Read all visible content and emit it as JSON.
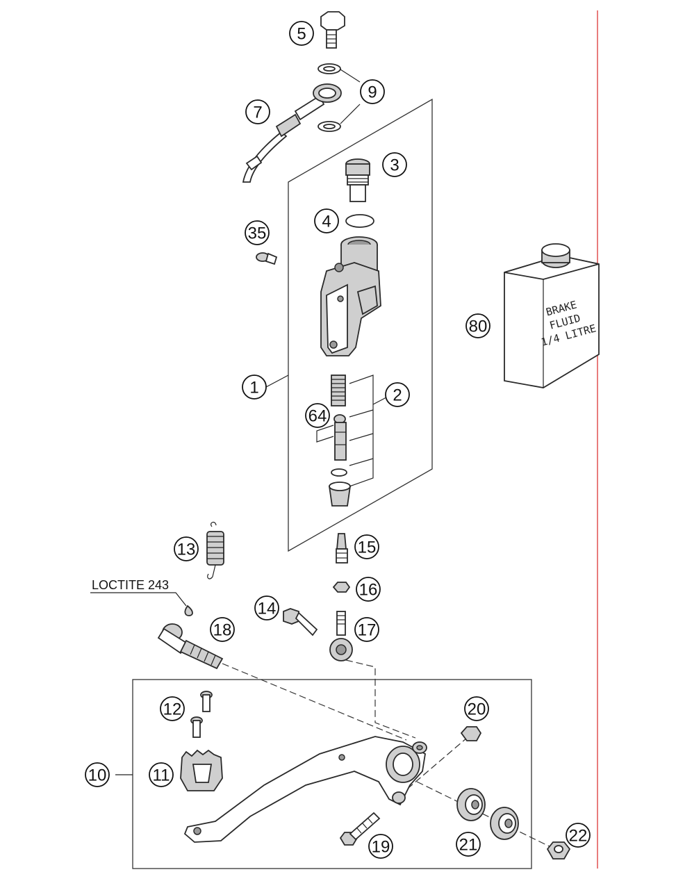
{
  "diagram": {
    "callouts": [
      {
        "id": "c5",
        "label": "5"
      },
      {
        "id": "c9",
        "label": "9"
      },
      {
        "id": "c7",
        "label": "7"
      },
      {
        "id": "c3",
        "label": "3"
      },
      {
        "id": "c4",
        "label": "4"
      },
      {
        "id": "c35",
        "label": "35"
      },
      {
        "id": "c1",
        "label": "1"
      },
      {
        "id": "c2",
        "label": "2"
      },
      {
        "id": "c64",
        "label": "64"
      },
      {
        "id": "c80",
        "label": "80"
      },
      {
        "id": "c13",
        "label": "13"
      },
      {
        "id": "c15",
        "label": "15"
      },
      {
        "id": "c16",
        "label": "16"
      },
      {
        "id": "c14",
        "label": "14"
      },
      {
        "id": "c17",
        "label": "17"
      },
      {
        "id": "c18",
        "label": "18"
      },
      {
        "id": "c12",
        "label": "12"
      },
      {
        "id": "c20",
        "label": "20"
      },
      {
        "id": "c10",
        "label": "10"
      },
      {
        "id": "c11",
        "label": "11"
      },
      {
        "id": "c21",
        "label": "21"
      },
      {
        "id": "c19",
        "label": "19"
      },
      {
        "id": "c22",
        "label": "22"
      }
    ],
    "note_label": "LOCTITE 243",
    "fluid_can": {
      "line1": "BRAKE",
      "line2": "FLUID",
      "line3": "1/4 LITRE"
    },
    "colors": {
      "line": "#222222",
      "part_fill": "#ffffff",
      "part_shade": "#cfcfcf",
      "border_red": "#e05050"
    }
  }
}
